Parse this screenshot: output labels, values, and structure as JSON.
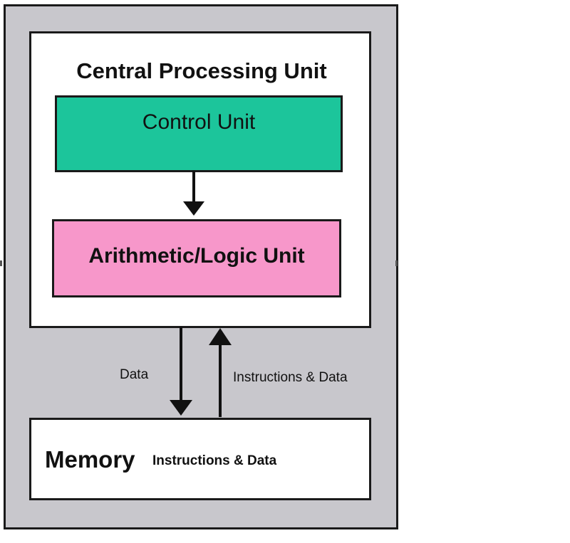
{
  "diagram": {
    "cpu_title": "Central Processing Unit",
    "control_unit": "Control Unit",
    "alu": "Arithmetic/Logic Unit",
    "memory_title": "Memory",
    "memory_content": "Instructions & Data",
    "edge_data_label": "Data",
    "edge_instructions_label": "Instructions & Data"
  },
  "colors": {
    "control_unit": "#1cc59b",
    "alu": "#f797ca",
    "background": "#c8c7cc"
  }
}
